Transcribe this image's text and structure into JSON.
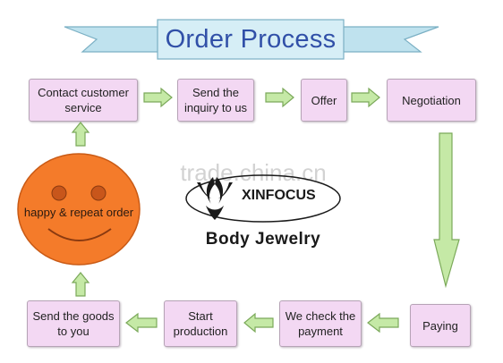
{
  "title": "Order Process",
  "steps": [
    {
      "label": "Contact customer\nservice"
    },
    {
      "label": "Send the\ninquiry to us"
    },
    {
      "label": "Offer"
    },
    {
      "label": "Negotiation"
    },
    {
      "label": "Paying"
    },
    {
      "label": "We check the\npayment"
    },
    {
      "label": "Start\nproduction"
    },
    {
      "label": "Send the goods\nto you"
    }
  ],
  "smiley": {
    "label": "happy & repeat order",
    "color": "#f47b2a"
  },
  "watermark": "trade.china.cn",
  "brand": {
    "name": "XINFOCUS",
    "subtitle": "Body Jewelry"
  },
  "colors": {
    "box_fill": "#f3d8f3",
    "arrow_fill": "#c5e9a6",
    "ribbon_fill": "#c8e6f0",
    "title_text": "#3150a8"
  }
}
